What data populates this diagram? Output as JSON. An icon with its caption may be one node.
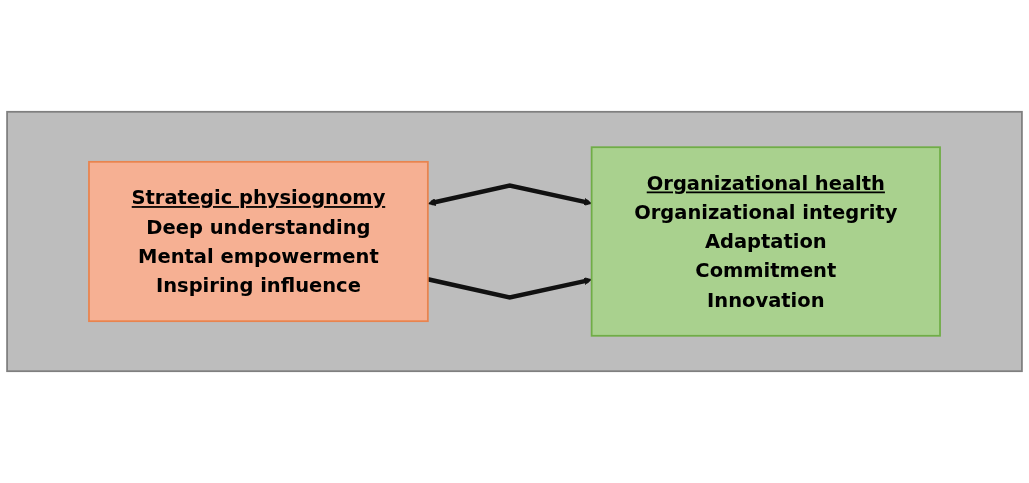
{
  "diagram": {
    "nodes": [
      {
        "text": [],
        "shape": "box"
      },
      {
        "text": [
          "Strategic physiognomy",
          "Deep understanding",
          "Mental empowerment",
          "Inspiring influence"
        ],
        "in": 0
      },
      {
        "text": [
          "Organizational health",
          "Organizational integrity",
          "Adaptation",
          "Commitment",
          "Innovation"
        ],
        "in": 0
      }
    ],
    "edges": [
      {
        "from": 1,
        "to": 2,
        "arrow": "both"
      },
      {
        "from": 1,
        "to": 2,
        "arrow": "to"
      }
    ]
  }
}
